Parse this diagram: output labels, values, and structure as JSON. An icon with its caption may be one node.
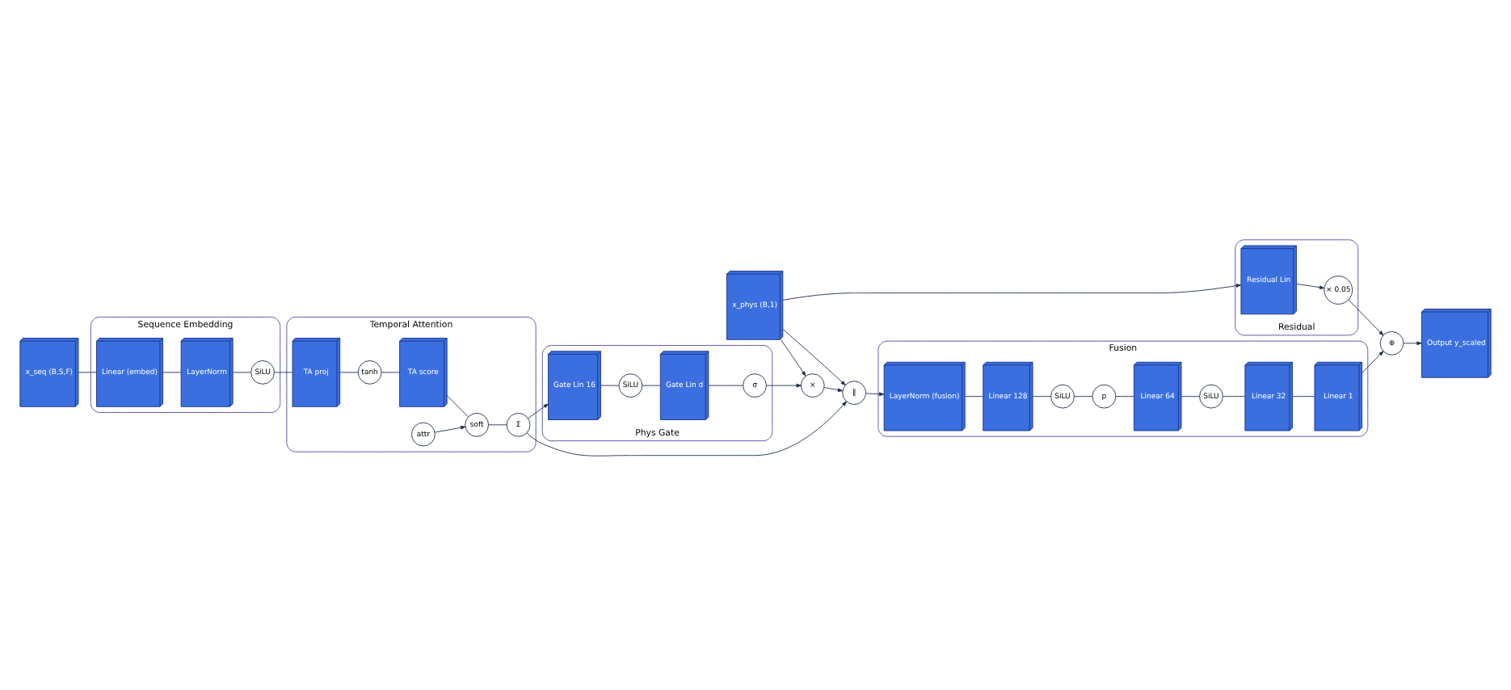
{
  "diagram": {
    "nodes": [
      {
        "text": [
          "x_seq (B,S,F)"
        ]
      },
      {
        "text": [
          "Sequence Embedding"
        ]
      },
      {
        "text": [
          "Linear (embed)"
        ],
        "in": 1
      },
      {
        "text": [
          "LayerNorm"
        ],
        "in": 1
      },
      {
        "text": [
          "SiLU"
        ],
        "in": 1
      },
      {
        "text": [
          "Temporal Attention"
        ]
      },
      {
        "text": [
          "TA proj"
        ],
        "in": 5
      },
      {
        "text": [
          "tanh"
        ],
        "in": 5
      },
      {
        "text": [
          "TA score"
        ],
        "in": 5
      },
      {
        "text": [
          "attr"
        ],
        "in": 5
      },
      {
        "text": [
          "soft"
        ],
        "in": 5
      },
      {
        "text": [
          "Σ"
        ],
        "in": 5
      },
      {
        "text": [
          "×"
        ]
      },
      {
        "text": [
          "‖"
        ]
      },
      {
        "text": [
          "Fusion"
        ]
      },
      {
        "text": [
          "LayerNorm (fusion)"
        ],
        "in": 14
      },
      {
        "text": [
          "Linear 128"
        ],
        "in": 14
      },
      {
        "text": [
          "SiLU"
        ],
        "in": 14
      },
      {
        "text": [
          "p"
        ],
        "in": 14
      },
      {
        "text": [
          "Linear 64"
        ],
        "in": 14
      },
      {
        "text": [
          "SiLU"
        ],
        "in": 14
      },
      {
        "text": [
          "Linear 32"
        ],
        "in": 14
      },
      {
        "text": [
          "Linear 1"
        ],
        "in": 14
      },
      {
        "text": [
          "⊕"
        ]
      },
      {
        "text": [
          "Output y_scaled"
        ]
      },
      {
        "text": [
          "Phys Gate"
        ]
      },
      {
        "text": [
          "Gate Lin 16"
        ],
        "in": 25
      },
      {
        "text": [
          "SiLU"
        ],
        "in": 25
      },
      {
        "text": [
          "Gate Lin d"
        ],
        "in": 25
      },
      {
        "text": [
          "σ"
        ],
        "in": 25
      },
      {
        "text": [
          "x_phys (B,1)"
        ]
      },
      {
        "text": [
          "Residual"
        ]
      },
      {
        "text": [
          "Residual Lin"
        ],
        "in": 31
      },
      {
        "text": [
          "× 0.05"
        ],
        "in": 31
      }
    ],
    "edges": [
      {
        "from": 0,
        "to": 2,
        "arrow": "none"
      },
      {
        "from": 2,
        "to": 3,
        "arrow": "none"
      },
      {
        "from": 3,
        "to": 4,
        "arrow": "none"
      },
      {
        "from": 4,
        "to": 6,
        "arrow": "none"
      },
      {
        "from": 6,
        "to": 7,
        "arrow": "none"
      },
      {
        "from": 7,
        "to": 8,
        "arrow": "none"
      },
      {
        "from": 8,
        "to": 10,
        "arrow": "none"
      },
      {
        "from": 9,
        "to": 10,
        "arrow": "to"
      },
      {
        "from": 10,
        "to": 11,
        "arrow": "none"
      },
      {
        "from": 11,
        "to": 13,
        "arrow": "to"
      },
      {
        "from": 11,
        "to": 26,
        "arrow": "to"
      },
      {
        "from": 26,
        "to": 27,
        "arrow": "none"
      },
      {
        "from": 27,
        "to": 28,
        "arrow": "none"
      },
      {
        "from": 28,
        "to": 29,
        "arrow": "none"
      },
      {
        "from": 29,
        "to": 12,
        "arrow": "to"
      },
      {
        "from": 30,
        "to": 12,
        "arrow": "to"
      },
      {
        "from": 30,
        "to": 13,
        "arrow": "to"
      },
      {
        "from": 12,
        "to": 13,
        "arrow": "to"
      },
      {
        "from": 13,
        "to": 15,
        "arrow": "to"
      },
      {
        "from": 15,
        "to": 16,
        "arrow": "none"
      },
      {
        "from": 16,
        "to": 17,
        "arrow": "none"
      },
      {
        "from": 17,
        "to": 18,
        "arrow": "none"
      },
      {
        "from": 18,
        "to": 19,
        "arrow": "none"
      },
      {
        "from": 19,
        "to": 20,
        "arrow": "none"
      },
      {
        "from": 20,
        "to": 21,
        "arrow": "none"
      },
      {
        "from": 21,
        "to": 22,
        "arrow": "none"
      },
      {
        "from": 22,
        "to": 23,
        "arrow": "to"
      },
      {
        "from": 23,
        "to": 24,
        "arrow": "to"
      },
      {
        "from": 30,
        "to": 32,
        "arrow": "to"
      },
      {
        "from": 32,
        "to": 33,
        "arrow": "to"
      },
      {
        "from": 33,
        "to": 23,
        "arrow": "to"
      }
    ]
  }
}
